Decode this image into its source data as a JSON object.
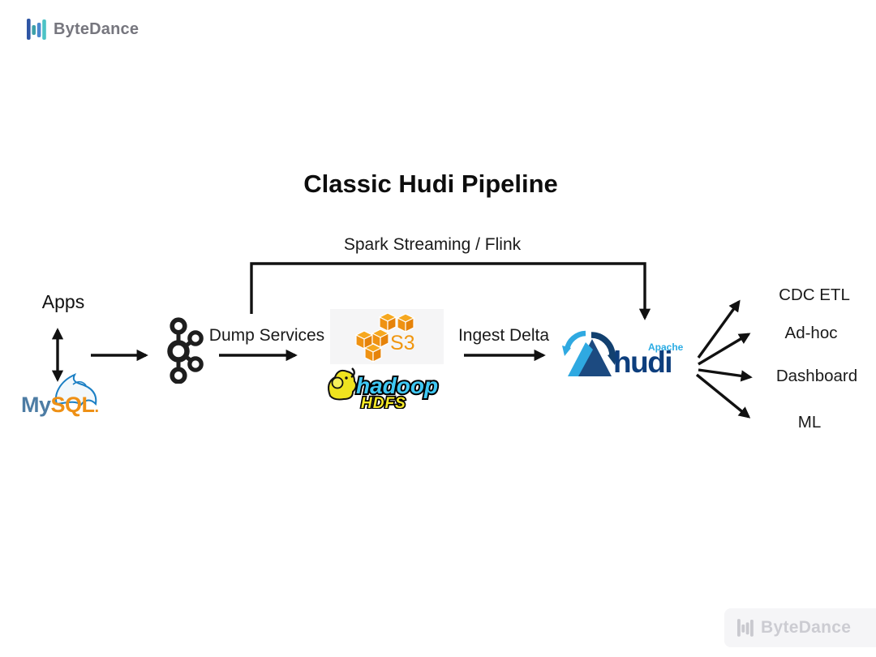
{
  "header": {
    "brand": "ByteDance"
  },
  "slide": {
    "title": "Classic Hudi Pipeline"
  },
  "diagram": {
    "top_path_label": "Spark Streaming / Flink",
    "apps_label": "Apps",
    "mysql_logo": {
      "my": "My",
      "sql": "SQL",
      "dot": "."
    },
    "dump_services_label": "Dump Services",
    "s3_logo": {
      "text": "S3"
    },
    "hadoop_logo": {
      "name": "hadoop",
      "hdfs": "HDFS"
    },
    "ingest_delta_label": "Ingest Delta",
    "hudi_logo": {
      "apache": "Apache",
      "name": "hudi"
    },
    "outputs": [
      "CDC ETL",
      "Ad-hoc",
      "Dashboard",
      "ML"
    ]
  },
  "watermark": {
    "brand": "ByteDance"
  },
  "colors": {
    "bytedance_dark_blue": "#2e55a4",
    "bytedance_teal": "#3da0a8",
    "bytedance_blue": "#4b87cf",
    "bytedance_light_teal": "#4cc3c6",
    "bytedance_gray_text": "#76767e",
    "arrow_black": "#111111",
    "mysql_blue": "#4d7ca4",
    "mysql_orange": "#ee9015",
    "aws_orange": "#f0960f",
    "hadoop_cyan": "#3fc8f4",
    "hadoop_yellow": "#f6e928",
    "hudi_navy": "#0d3e7d",
    "hudi_light_blue": "#2fa9e1",
    "watermark_gray": "#ccccd2"
  }
}
